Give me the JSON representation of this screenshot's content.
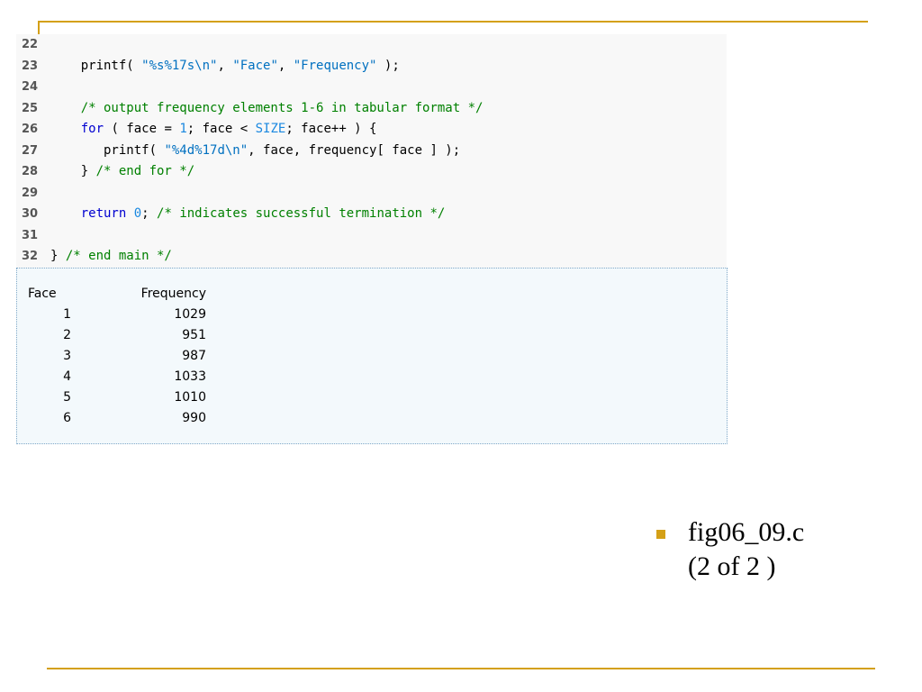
{
  "code": {
    "lines": [
      {
        "n": "22",
        "parts": []
      },
      {
        "n": "23",
        "parts": [
          {
            "t": "    printf( ",
            "c": ""
          },
          {
            "t": "\"%s%17s\\n\"",
            "c": "str"
          },
          {
            "t": ", ",
            "c": ""
          },
          {
            "t": "\"Face\"",
            "c": "str"
          },
          {
            "t": ", ",
            "c": ""
          },
          {
            "t": "\"Frequency\"",
            "c": "str"
          },
          {
            "t": " );",
            "c": ""
          }
        ]
      },
      {
        "n": "24",
        "parts": []
      },
      {
        "n": "25",
        "parts": [
          {
            "t": "    /* output frequency elements 1-6 in tabular format */",
            "c": "com"
          }
        ]
      },
      {
        "n": "26",
        "parts": [
          {
            "t": "    ",
            "c": ""
          },
          {
            "t": "for",
            "c": "kw"
          },
          {
            "t": " ( face = ",
            "c": ""
          },
          {
            "t": "1",
            "c": "num"
          },
          {
            "t": "; face < ",
            "c": ""
          },
          {
            "t": "SIZE",
            "c": "num"
          },
          {
            "t": "; face++ ) {",
            "c": ""
          }
        ]
      },
      {
        "n": "27",
        "parts": [
          {
            "t": "       printf( ",
            "c": ""
          },
          {
            "t": "\"%4d%17d\\n\"",
            "c": "str"
          },
          {
            "t": ", face, frequency[ face ] );",
            "c": ""
          }
        ]
      },
      {
        "n": "28",
        "parts": [
          {
            "t": "    } ",
            "c": ""
          },
          {
            "t": "/* end for */",
            "c": "com"
          }
        ]
      },
      {
        "n": "29",
        "parts": []
      },
      {
        "n": "30",
        "parts": [
          {
            "t": "    ",
            "c": ""
          },
          {
            "t": "return",
            "c": "kw"
          },
          {
            "t": " ",
            "c": ""
          },
          {
            "t": "0",
            "c": "num"
          },
          {
            "t": "; ",
            "c": ""
          },
          {
            "t": "/* indicates successful termination */",
            "c": "com"
          }
        ]
      },
      {
        "n": "31",
        "parts": []
      },
      {
        "n": "32",
        "parts": [
          {
            "t": "} ",
            "c": ""
          },
          {
            "t": "/* end main */",
            "c": "com"
          }
        ]
      }
    ]
  },
  "output": {
    "header_face": "Face",
    "header_frequency": "Frequency",
    "rows": [
      {
        "face": "1",
        "frequency": "1029"
      },
      {
        "face": "2",
        "frequency": "951"
      },
      {
        "face": "3",
        "frequency": "987"
      },
      {
        "face": "4",
        "frequency": "1033"
      },
      {
        "face": "5",
        "frequency": "1010"
      },
      {
        "face": "6",
        "frequency": "990"
      }
    ]
  },
  "caption": {
    "line1": "fig06_09.c",
    "line2": "(2 of 2 )"
  },
  "colors": {
    "accent": "#d4a017",
    "string": "#0070c0",
    "keyword": "#0000d0",
    "number": "#1a88e0",
    "comment": "#008000"
  }
}
